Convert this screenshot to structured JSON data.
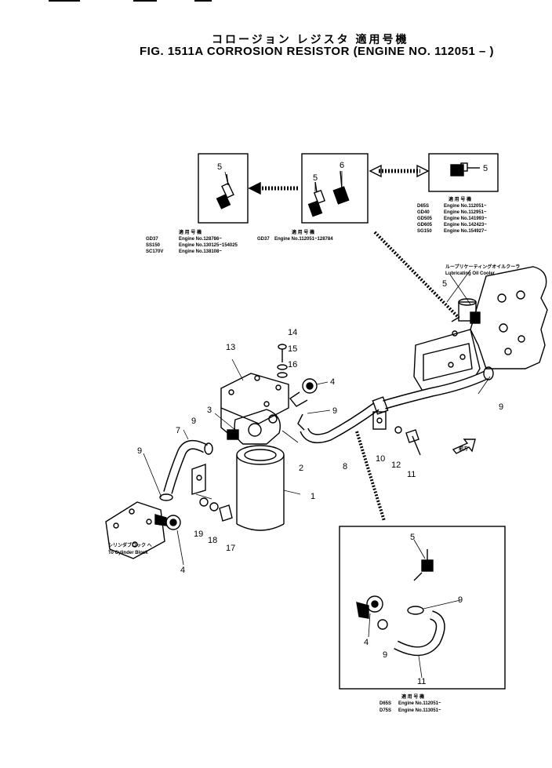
{
  "title_jp": "コロージョン レジスタ 適用号機",
  "title_en": "FIG. 1511A  CORROSION RESISTOR (ENGINE NO. 112051 – )",
  "inset_left": {
    "header": "適 用 号 機",
    "rows": [
      {
        "model": "GD37",
        "text": "Engine No.128786~"
      },
      {
        "model": "SS150",
        "text": "Engine No.130125~154025"
      },
      {
        "model": "SC170V",
        "text": "Engine No.138108~"
      }
    ]
  },
  "inset_center": {
    "header": "適 用 号 機",
    "rows": [
      {
        "model": "GD37",
        "text": "Engine No.112051~128784"
      }
    ]
  },
  "inset_right": {
    "header": "適 用 号 機",
    "rows": [
      {
        "model": "D65S",
        "text": "Engine No.112051~"
      },
      {
        "model": "GD40",
        "text": "Engine No.112951~"
      },
      {
        "model": "GD505",
        "text": "Engine No.141993~"
      },
      {
        "model": "GD605",
        "text": "Engine No.142423~"
      },
      {
        "model": "SG150",
        "text": "Engine No.154927~"
      }
    ]
  },
  "inset_bottom": {
    "header": "適 用 号 機",
    "rows": [
      {
        "model": "D65S",
        "text": "Engine No.112051~"
      },
      {
        "model": "D75S",
        "text": "Engine No.113051~"
      }
    ]
  },
  "lube_cooler_jp": "ループリケーティングオイルクーラ",
  "lube_cooler_en": "Lubricating Oil Cooler",
  "cyl_block_jp": "シリンダブロック へ",
  "cyl_block_en": "To Cylinder Block",
  "front_mark": "前方",
  "callouts": {
    "c1": "1",
    "c2": "2",
    "c3": "3",
    "c4a": "4",
    "c4b": "4",
    "c4c": "4",
    "c5a": "5",
    "c5b": "5",
    "c5c": "5",
    "c5d": "5",
    "c5e": "5",
    "c6": "6",
    "c7": "7",
    "c8": "8",
    "c9a": "9",
    "c9b": "9",
    "c9c": "9",
    "c9d": "9",
    "c9e": "9",
    "c9f": "9",
    "c10": "10",
    "c11a": "11",
    "c11b": "11",
    "c12": "12",
    "c13": "13",
    "c14": "14",
    "c15": "15",
    "c16": "16",
    "c17": "17",
    "c18": "18",
    "c19": "19"
  }
}
